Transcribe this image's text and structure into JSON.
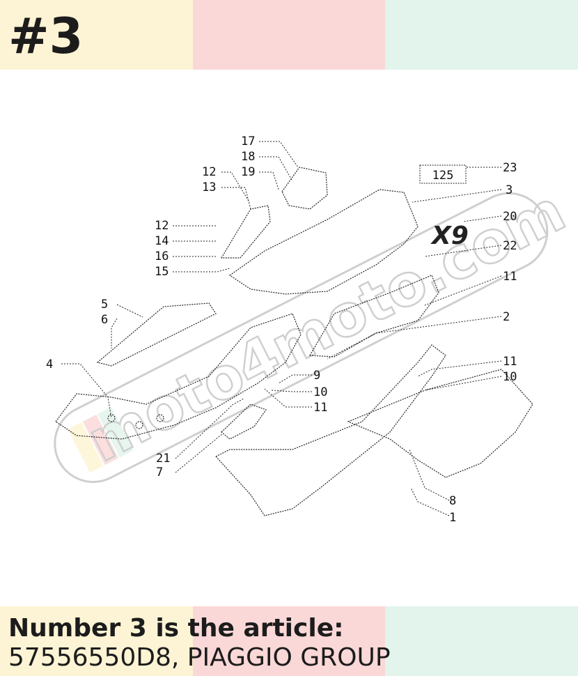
{
  "header": {
    "label": "#3"
  },
  "caption": {
    "line1": "Number 3 is the article:",
    "line2": "57556550D8, PIAGGIO GROUP"
  },
  "watermark": {
    "text": "moto4moto.com"
  },
  "diagram": {
    "badge_text": "125",
    "logo_text": "X9",
    "callouts": [
      "17",
      "18",
      "19",
      "12",
      "13",
      "12",
      "14",
      "16",
      "15",
      "23",
      "3",
      "20",
      "22",
      "11",
      "2",
      "5",
      "6",
      "4",
      "9",
      "10",
      "11",
      "11",
      "10",
      "21",
      "7",
      "8",
      "1"
    ]
  },
  "colors": {
    "swatch_yellow": "#fdf4d5",
    "swatch_pink": "#fbd8d8",
    "swatch_mint": "#e2f4ec"
  }
}
